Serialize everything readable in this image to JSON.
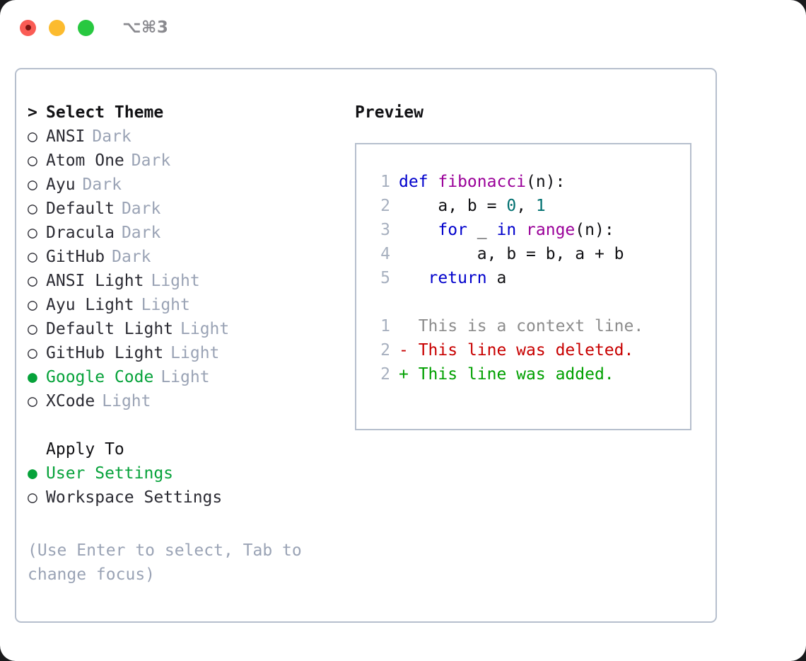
{
  "window": {
    "shortcut": "⌥⌘3",
    "traffic_lights": [
      {
        "name": "close",
        "color": "#fa5c55"
      },
      {
        "name": "minimize",
        "color": "#fcbb2e"
      },
      {
        "name": "zoom",
        "color": "#28c840"
      }
    ]
  },
  "theme_list": {
    "header": {
      "caret": ">",
      "title": "Select Theme"
    },
    "items": [
      {
        "marker": "○",
        "name": "ANSI",
        "tag": "Dark",
        "selected": false
      },
      {
        "marker": "○",
        "name": "Atom One",
        "tag": "Dark",
        "selected": false
      },
      {
        "marker": "○",
        "name": "Ayu",
        "tag": "Dark",
        "selected": false
      },
      {
        "marker": "○",
        "name": "Default",
        "tag": "Dark",
        "selected": false
      },
      {
        "marker": "○",
        "name": "Dracula",
        "tag": "Dark",
        "selected": false
      },
      {
        "marker": "○",
        "name": "GitHub",
        "tag": "Dark",
        "selected": false
      },
      {
        "marker": "○",
        "name": "ANSI Light",
        "tag": "Light",
        "selected": false
      },
      {
        "marker": "○",
        "name": "Ayu Light",
        "tag": "Light",
        "selected": false
      },
      {
        "marker": "○",
        "name": "Default Light",
        "tag": "Light",
        "selected": false
      },
      {
        "marker": "○",
        "name": "GitHub Light",
        "tag": "Light",
        "selected": false
      },
      {
        "marker": "●",
        "name": "Google Code",
        "tag": "Light",
        "selected": true
      },
      {
        "marker": "○",
        "name": "XCode",
        "tag": "Light",
        "selected": false
      }
    ]
  },
  "apply_to": {
    "title": "Apply To",
    "items": [
      {
        "marker": "●",
        "name": "User Settings",
        "selected": true
      },
      {
        "marker": "○",
        "name": "Workspace Settings",
        "selected": false
      }
    ]
  },
  "hint": "(Use Enter to select, Tab to change focus)",
  "preview": {
    "title": "Preview",
    "code_lines": [
      {
        "num": "1",
        "tokens": [
          {
            "t": "def ",
            "c": "kw"
          },
          {
            "t": "fibonacci",
            "c": "fn"
          },
          {
            "t": "(n):",
            "c": "pln"
          }
        ]
      },
      {
        "num": "2",
        "tokens": [
          {
            "t": "    a, b = ",
            "c": "pln"
          },
          {
            "t": "0",
            "c": "num"
          },
          {
            "t": ", ",
            "c": "pln"
          },
          {
            "t": "1",
            "c": "num"
          }
        ]
      },
      {
        "num": "3",
        "tokens": [
          {
            "t": "    ",
            "c": "pln"
          },
          {
            "t": "for",
            "c": "kw"
          },
          {
            "t": " _ ",
            "c": "pln"
          },
          {
            "t": "in",
            "c": "kw"
          },
          {
            "t": " ",
            "c": "pln"
          },
          {
            "t": "range",
            "c": "fn"
          },
          {
            "t": "(n):",
            "c": "pln"
          }
        ]
      },
      {
        "num": "4",
        "tokens": [
          {
            "t": "        a, b = b, a + b",
            "c": "pln"
          }
        ]
      },
      {
        "num": "5",
        "tokens": [
          {
            "t": "   ",
            "c": "pln"
          },
          {
            "t": "return",
            "c": "kw"
          },
          {
            "t": " a",
            "c": "pln"
          }
        ]
      }
    ],
    "diff_lines": [
      {
        "num": "1",
        "sign": "  ",
        "text": "This is a context line.",
        "kind": "ctx"
      },
      {
        "num": "2",
        "sign": "- ",
        "text": "This line was deleted.",
        "kind": "del"
      },
      {
        "num": "2",
        "sign": "+ ",
        "text": "This line was added.",
        "kind": "add"
      }
    ]
  },
  "colors": {
    "accent_green": "#06a23a",
    "tag_gray": "#9aa3b5",
    "border": "#b6bfcd",
    "keyword": "#0000cc",
    "function": "#9a0099",
    "number": "#007070",
    "diff_context": "#8c8c8c",
    "diff_deleted": "#c80000",
    "diff_added": "#00a000",
    "gutter": "#a7b0bf"
  }
}
